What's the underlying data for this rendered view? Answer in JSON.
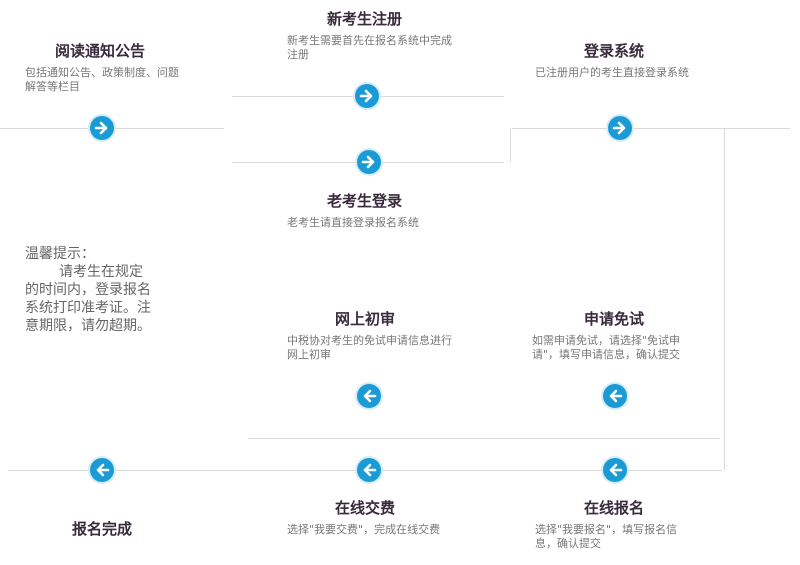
{
  "steps": {
    "read_notice": {
      "title": "阅读通知公告",
      "desc": "包括通知公告、政策制度、问题解答等栏目"
    },
    "new_register": {
      "title": "新考生注册",
      "desc": "新考生需要首先在报名系统中完成注册"
    },
    "login": {
      "title": "登录系统",
      "desc": "已注册用户的考生直接登录系统"
    },
    "old_login": {
      "title": "老考生登录",
      "desc": "老考生请直接登录报名系统"
    },
    "online_review": {
      "title": "网上初审",
      "desc": "中税协对考生的免试申请信息进行网上初审"
    },
    "apply_exempt": {
      "title": "申请免试",
      "desc": "如需申请免试，请选择\"免试申请\"，填写申请信息，确认提交"
    },
    "pay_online": {
      "title": "在线交费",
      "desc": "选择\"我要交费\"，完成在线交费"
    },
    "register_online": {
      "title": "在线报名",
      "desc": "选择\"我要报名\"，填写报名信息，确认提交"
    },
    "done": {
      "title": "报名完成"
    }
  },
  "tip": {
    "heading": "温馨提示：",
    "body": "请考生在规定的时间内，登录报名系统打印准考证。注意期限，请勿超期。"
  },
  "colors": {
    "arrow": "#1a9bd6",
    "title": "#3a2a3d",
    "desc": "#777777",
    "line": "#d9d9d9"
  },
  "icons": {
    "right_arrow": "arrow-right-icon",
    "left_arrow": "arrow-left-icon"
  }
}
